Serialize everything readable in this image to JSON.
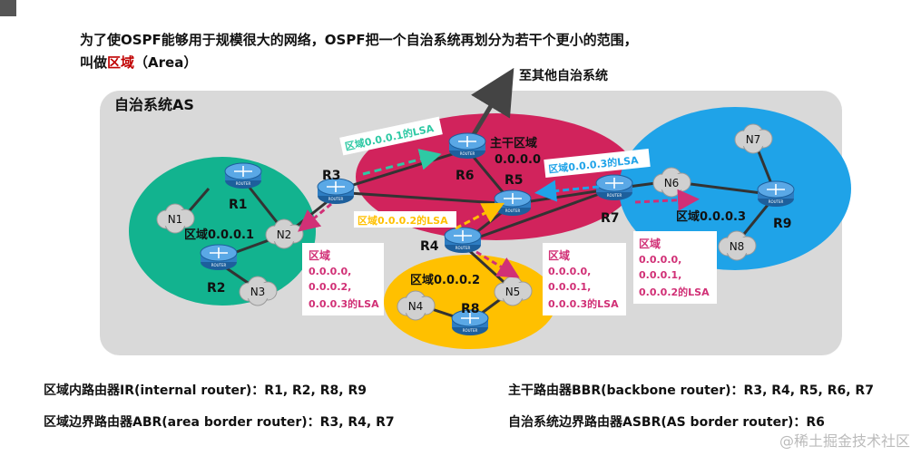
{
  "title": {
    "line1": "为了使OSPF能够用于规模很大的网络，OSPF把一个自治系统再划分为若干个更小的范围，",
    "line2_prefix": "叫做",
    "line2_highlight": "区域",
    "line2_suffix": "（Area）"
  },
  "diagram": {
    "as_label": "自治系统AS",
    "external_label": "至其他自治系统",
    "backbone_label_1": "主干区域",
    "backbone_label_2": "0.0.0.0",
    "area_labels": {
      "a1": "区域0.0.0.1",
      "a2": "区域0.0.0.2",
      "a3": "区域0.0.0.3"
    },
    "routers": [
      "R1",
      "R2",
      "R3",
      "R4",
      "R5",
      "R6",
      "R7",
      "R8",
      "R9"
    ],
    "router_icon_text": "ROUTER",
    "networks": [
      "N1",
      "N2",
      "N3",
      "N4",
      "N5",
      "N6",
      "N7",
      "N8"
    ],
    "lsa_flows": {
      "teal": "区域0.0.0.1的LSA",
      "orange": "区域0.0.0.2的LSA",
      "blue": "区域0.0.0.3的LSA"
    },
    "lsa_boxes": {
      "left": [
        "区域",
        "0.0.0.0,",
        "0.0.0.2,",
        "0.0.0.3的LSA"
      ],
      "middle": [
        "区域",
        "0.0.0.0,",
        "0.0.0.1,",
        "0.0.0.3的LSA"
      ],
      "right": [
        "区域",
        "0.0.0.0,",
        "0.0.0.1,",
        "0.0.0.2的LSA"
      ]
    },
    "colors": {
      "as_bg": "#d9d9d9",
      "area1": "#12b38f",
      "area0": "#d1235c",
      "area2": "#ffc000",
      "area3": "#1fa3e8",
      "lsa_teal": "#2ec9a4",
      "lsa_orange": "#ffc000",
      "lsa_blue": "#1fa3e8",
      "lsa_pink": "#d13076"
    }
  },
  "bottom": {
    "ir": "区域内路由器IR(internal router)：R1, R2, R8, R9",
    "abr": "区域边界路由器ABR(area border router)：R3, R4, R7",
    "bbr": "主干路由器BBR(backbone router)：R3, R4, R5, R6, R7",
    "asbr": "自治系统边界路由器ASBR(AS border router)：R6"
  },
  "watermark": "@稀土掘金技术社区"
}
